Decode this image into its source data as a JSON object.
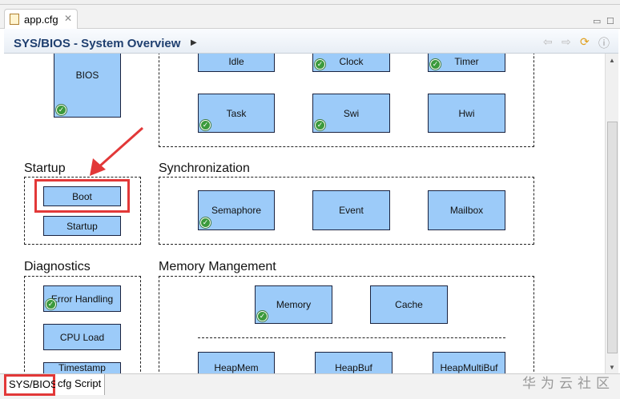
{
  "editor_tab": {
    "label": "app.cfg",
    "icon": "config-file-icon"
  },
  "header": {
    "title": "SYS/BIOS - System Overview"
  },
  "groups": {
    "startup": "Startup",
    "sync": "Synchronization",
    "diagnostics": "Diagnostics",
    "memory": "Memory Mangement"
  },
  "modules": {
    "bios": "BIOS",
    "idle": "Idle",
    "clock": "Clock",
    "timer": "Timer",
    "task": "Task",
    "swi": "Swi",
    "hwi": "Hwi",
    "boot": "Boot",
    "startup": "Startup",
    "semaphore": "Semaphore",
    "event": "Event",
    "mailbox": "Mailbox",
    "error_handling": "Error Handling",
    "cpu_load": "CPU Load",
    "timestamp": "Timestamp",
    "memory": "Memory",
    "cache": "Cache",
    "heapmem": "HeapMem",
    "heapbuf": "HeapBuf",
    "heapmultibuf": "HeapMultiBuf"
  },
  "bottom_tabs": [
    {
      "label": "SYS/BIOS"
    },
    {
      "label": "cfg Script"
    }
  ],
  "watermark": "华为云社区",
  "colors": {
    "module_fill": "#9ccbf9",
    "highlight": "#e23838",
    "title": "#1f3f6f"
  }
}
